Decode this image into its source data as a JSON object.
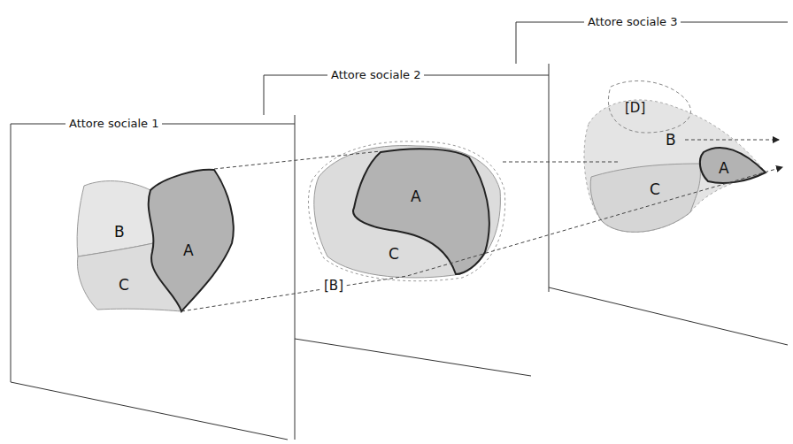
{
  "diagram": {
    "nodes": [
      {
        "text": [
          "Attore sociale 1"
        ]
      },
      {
        "text": [
          "B"
        ],
        "in": 0
      },
      {
        "text": [
          "A"
        ],
        "in": 0
      },
      {
        "text": [
          "C"
        ],
        "in": 0
      },
      {
        "text": [
          "Attore sociale 2"
        ]
      },
      {
        "text": [
          "A"
        ],
        "in": 4
      },
      {
        "text": [
          "C"
        ],
        "in": 4
      },
      {
        "text": [
          "Attore sociale 3"
        ]
      },
      {
        "text": [
          "B"
        ],
        "in": 7
      },
      {
        "text": [
          "A"
        ],
        "in": 7
      },
      {
        "text": [
          "C"
        ],
        "in": 7
      }
    ],
    "labels": [
      "[B]",
      "[D]"
    ]
  }
}
